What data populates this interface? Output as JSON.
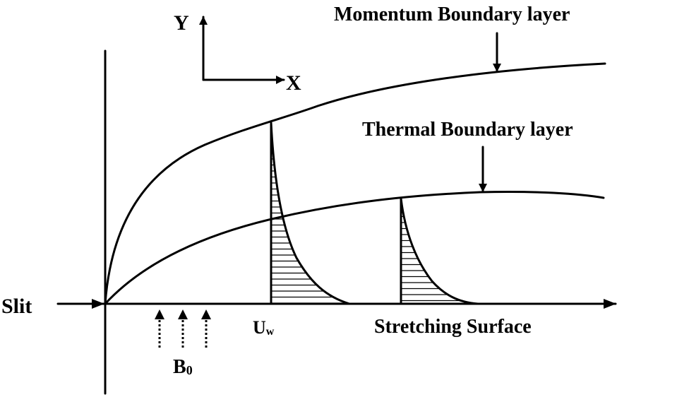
{
  "labels": {
    "momentum_layer": "Momentum Boundary layer",
    "thermal_layer": "Thermal Boundary layer",
    "axis_y": "Y",
    "axis_x": "X",
    "slit": "Slit",
    "stretching_surface": "Stretching Surface",
    "velocity_main": "U",
    "velocity_sub": "w",
    "magnetic_main": "B",
    "magnetic_sub": "0"
  },
  "colors": {
    "line": "#000000",
    "background": "#ffffff"
  },
  "icons": {
    "arrowhead": "triangle-arrowhead",
    "field_arrows": "dotted-up-arrows"
  }
}
